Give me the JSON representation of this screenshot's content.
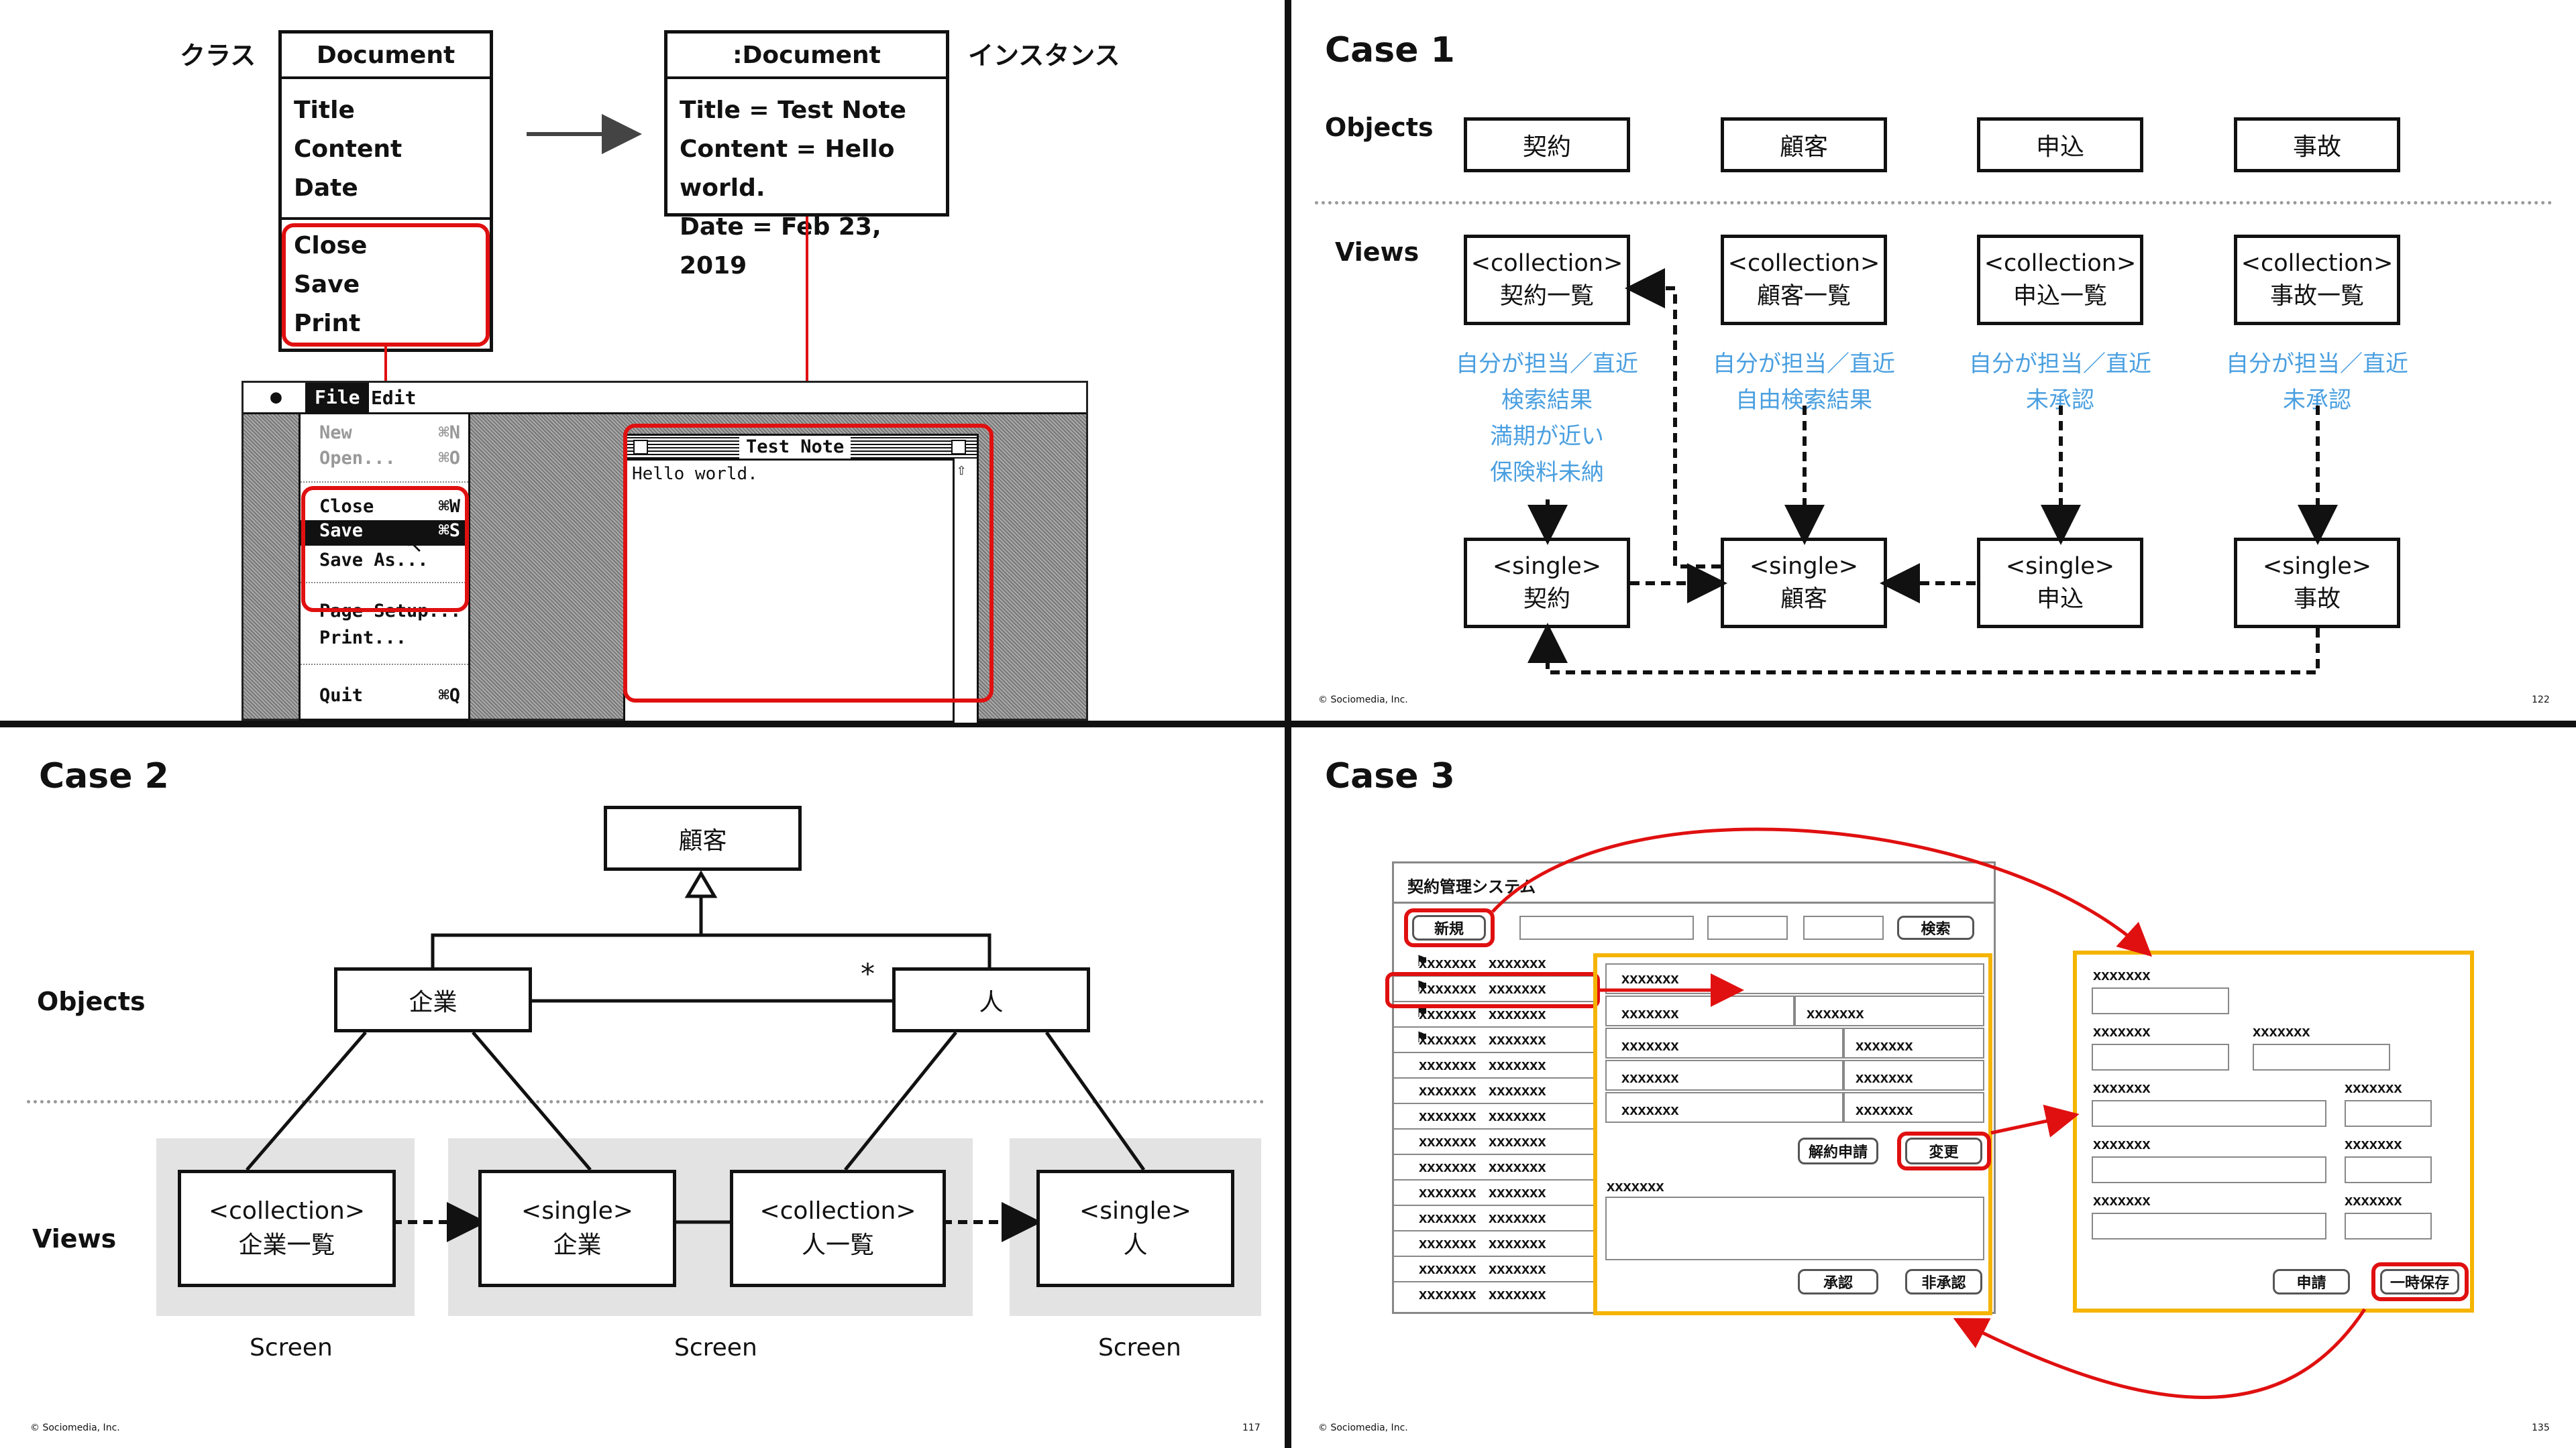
{
  "top_left": {
    "class_label": "クラス",
    "instance_label": "インスタンス",
    "class_box": {
      "name": "Document",
      "attributes": [
        "Title",
        "Content",
        "Date"
      ],
      "methods": [
        "Close",
        "Save",
        "Print"
      ]
    },
    "instance_box": {
      "name": ":Document",
      "attributes": [
        "Title = Test Note",
        "Content = Hello world.",
        "Date = Feb 23, 2019"
      ]
    },
    "mac": {
      "menubar": [
        "File",
        "Edit"
      ],
      "menu_items": [
        {
          "label": "New",
          "shortcut": "⌘N"
        },
        {
          "label": "Open...",
          "shortcut": "⌘O"
        },
        {
          "label": "Close",
          "shortcut": "⌘W"
        },
        {
          "label": "Save",
          "shortcut": "⌘S"
        },
        {
          "label": "Save As..."
        },
        {
          "label": "Page Setup..."
        },
        {
          "label": "Print..."
        },
        {
          "label": "Quit",
          "shortcut": "⌘Q"
        }
      ],
      "window_title": "Test Note",
      "window_text": "Hello world."
    }
  },
  "case1": {
    "title": "Case 1",
    "objects_label": "Objects",
    "views_label": "Views",
    "objects": [
      "契約",
      "顧客",
      "申込",
      "事故"
    ],
    "collection_prefix": "<collection>",
    "collections": [
      "契約一覧",
      "顧客一覧",
      "申込一覧",
      "事故一覧"
    ],
    "single_prefix": "<single>",
    "singles": [
      "契約",
      "顧客",
      "申込",
      "事故"
    ],
    "filters": [
      [
        "自分が担当／直近",
        "検索結果",
        "満期が近い",
        "保険料未納"
      ],
      [
        "自分が担当／直近",
        "自由検索結果"
      ],
      [
        "自分が担当／直近",
        "未承認"
      ],
      [
        "自分が担当／直近",
        "未承認"
      ]
    ],
    "copyright": "© Sociomedia, Inc.",
    "page": "122"
  },
  "case2": {
    "title": "Case 2",
    "objects_label": "Objects",
    "views_label": "Views",
    "parent": "顧客",
    "obj_left": "企業",
    "obj_right": "人",
    "multiplicity": "*",
    "views": [
      {
        "prefix": "<collection>",
        "name": "企業一覧"
      },
      {
        "prefix": "<single>",
        "name": "企業"
      },
      {
        "prefix": "<collection>",
        "name": "人一覧"
      },
      {
        "prefix": "<single>",
        "name": "人"
      }
    ],
    "screen_labels": [
      "Screen",
      "Screen",
      "Screen"
    ],
    "copyright": "© Sociomedia, Inc.",
    "page": "117"
  },
  "case3": {
    "title": "Case 3",
    "app_title": "契約管理システム",
    "new_btn": "新規",
    "search_btn": "検索",
    "placeholder": "xxxxxxx",
    "cancel_btn": "解約申請",
    "change_btn": "変更",
    "approve_btn": "承認",
    "reject_btn": "非承認",
    "apply_btn": "申請",
    "save_btn": "一時保存",
    "copyright": "© Sociomedia, Inc.",
    "page": "135"
  }
}
